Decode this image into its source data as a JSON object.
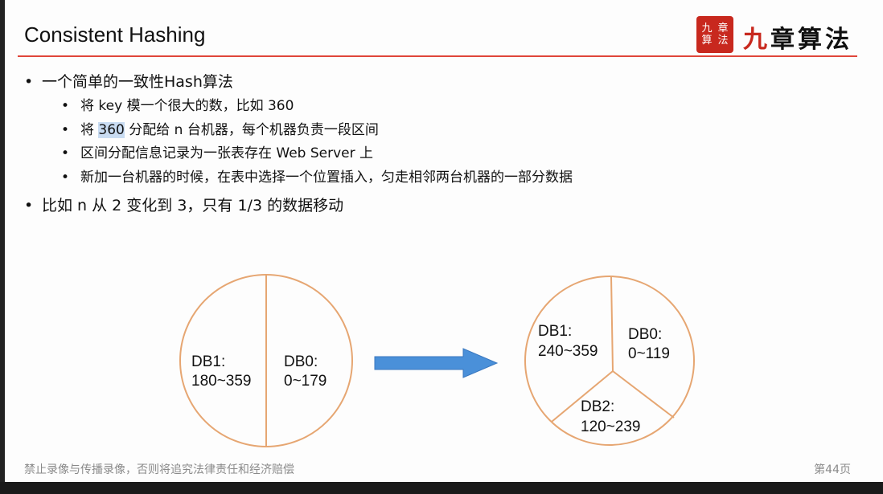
{
  "slide": {
    "title": "Consistent Hashing",
    "logo": {
      "brand": "九章算法",
      "seal_chars": [
        "九",
        "章",
        "算",
        "法"
      ],
      "accent_color": "#c8281e"
    },
    "bullets": [
      {
        "text": "一个简单的一致性Hash算法",
        "children": [
          {
            "parts": [
              "将 key 模一个很大的数，比如 360"
            ]
          },
          {
            "parts": [
              "将 ",
              "360",
              " 分配给 n 台机器，每个机器负责一段区间"
            ],
            "highlight_index": 1
          },
          {
            "parts": [
              "区间分配信息记录为一张表存在 Web Server 上"
            ]
          },
          {
            "parts": [
              "新加一台机器的时候，在表中选择一个位置插入，匀走相邻两台机器的一部分数据"
            ]
          }
        ]
      },
      {
        "text": "比如 n 从 2 变化到 3，只有 1/3 的数据移动",
        "children": []
      }
    ],
    "diagram": {
      "left_circle": {
        "segments": [
          {
            "name": "DB1:",
            "range": "180~359"
          },
          {
            "name": "DB0:",
            "range": "0~179"
          }
        ]
      },
      "right_circle": {
        "segments": [
          {
            "name": "DB1:",
            "range": "240~359"
          },
          {
            "name": "DB0:",
            "range": "0~119"
          },
          {
            "name": "DB2:",
            "range": "120~239"
          }
        ]
      },
      "circle_color": "#e6a672",
      "arrow_color": "#4a90d9"
    },
    "footer": {
      "notice": "禁止录像与传播录像，否则将追究法律责任和经济赔偿",
      "page": "第44页"
    }
  }
}
